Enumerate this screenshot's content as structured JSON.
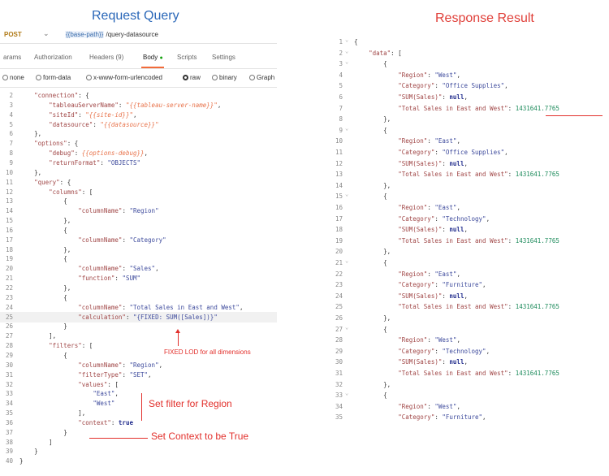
{
  "titles": {
    "request": "Request Query",
    "response": "Response Result"
  },
  "request_bar": {
    "method": "POST",
    "url_variable": "{{base-path}}",
    "url_path": " /query-datasource"
  },
  "tabs": [
    {
      "label": "arams"
    },
    {
      "label": "Authorization"
    },
    {
      "label": "Headers (9)"
    },
    {
      "label": "Body"
    },
    {
      "label": "Scripts"
    },
    {
      "label": "Settings"
    }
  ],
  "body_options": [
    {
      "label": "none",
      "selected": false
    },
    {
      "label": "form-data",
      "selected": false
    },
    {
      "label": "x-www-form-urlencoded",
      "selected": false
    },
    {
      "label": "raw",
      "selected": true
    },
    {
      "label": "binary",
      "selected": false
    },
    {
      "label": "Graph",
      "selected": false
    }
  ],
  "request_code": [
    {
      "n": "2",
      "t": [
        [
          "i",
          "    "
        ],
        [
          "k",
          "\"connection\""
        ],
        [
          "p",
          ": {"
        ]
      ]
    },
    {
      "n": "3",
      "t": [
        [
          "i",
          "        "
        ],
        [
          "k",
          "\"tableauServerName\""
        ],
        [
          "p",
          ": "
        ],
        [
          "v",
          "\"{{tableau-server-name}}\""
        ],
        [
          "p",
          ","
        ]
      ]
    },
    {
      "n": "4",
      "t": [
        [
          "i",
          "        "
        ],
        [
          "k",
          "\"siteId\""
        ],
        [
          "p",
          ": "
        ],
        [
          "v",
          "\"{{site-id}}\""
        ],
        [
          "p",
          ","
        ]
      ]
    },
    {
      "n": "5",
      "t": [
        [
          "i",
          "        "
        ],
        [
          "k",
          "\"datasource\""
        ],
        [
          "p",
          ": "
        ],
        [
          "v",
          "\"{{datasource}}\""
        ]
      ]
    },
    {
      "n": "6",
      "t": [
        [
          "i",
          "    "
        ],
        [
          "p",
          "},"
        ]
      ]
    },
    {
      "n": "7",
      "t": [
        [
          "i",
          "    "
        ],
        [
          "k",
          "\"options\""
        ],
        [
          "p",
          ": {"
        ]
      ]
    },
    {
      "n": "8",
      "t": [
        [
          "i",
          "        "
        ],
        [
          "k",
          "\"debug\""
        ],
        [
          "p",
          ": "
        ],
        [
          "v",
          "{{options-debug}}"
        ],
        [
          "p",
          ","
        ]
      ]
    },
    {
      "n": "9",
      "t": [
        [
          "i",
          "        "
        ],
        [
          "k",
          "\"returnFormat\""
        ],
        [
          "p",
          ": "
        ],
        [
          "s",
          "\"OBJECTS\""
        ]
      ]
    },
    {
      "n": "10",
      "t": [
        [
          "i",
          "    "
        ],
        [
          "p",
          "},"
        ]
      ]
    },
    {
      "n": "11",
      "t": [
        [
          "i",
          "    "
        ],
        [
          "k",
          "\"query\""
        ],
        [
          "p",
          ": {"
        ]
      ]
    },
    {
      "n": "12",
      "t": [
        [
          "i",
          "        "
        ],
        [
          "k",
          "\"columns\""
        ],
        [
          "p",
          ": ["
        ]
      ]
    },
    {
      "n": "13",
      "t": [
        [
          "i",
          "            "
        ],
        [
          "p",
          "{"
        ]
      ]
    },
    {
      "n": "14",
      "t": [
        [
          "i",
          "                "
        ],
        [
          "k",
          "\"columnName\""
        ],
        [
          "p",
          ": "
        ],
        [
          "s",
          "\"Region\""
        ]
      ]
    },
    {
      "n": "15",
      "t": [
        [
          "i",
          "            "
        ],
        [
          "p",
          "},"
        ]
      ]
    },
    {
      "n": "16",
      "t": [
        [
          "i",
          "            "
        ],
        [
          "p",
          "{"
        ]
      ]
    },
    {
      "n": "17",
      "t": [
        [
          "i",
          "                "
        ],
        [
          "k",
          "\"columnName\""
        ],
        [
          "p",
          ": "
        ],
        [
          "s",
          "\"Category\""
        ]
      ]
    },
    {
      "n": "18",
      "t": [
        [
          "i",
          "            "
        ],
        [
          "p",
          "},"
        ]
      ]
    },
    {
      "n": "19",
      "t": [
        [
          "i",
          "            "
        ],
        [
          "p",
          "{"
        ]
      ]
    },
    {
      "n": "20",
      "t": [
        [
          "i",
          "                "
        ],
        [
          "k",
          "\"columnName\""
        ],
        [
          "p",
          ": "
        ],
        [
          "s",
          "\"Sales\""
        ],
        [
          "p",
          ","
        ]
      ]
    },
    {
      "n": "21",
      "t": [
        [
          "i",
          "                "
        ],
        [
          "k",
          "\"function\""
        ],
        [
          "p",
          ": "
        ],
        [
          "s",
          "\"SUM\""
        ]
      ]
    },
    {
      "n": "22",
      "t": [
        [
          "i",
          "            "
        ],
        [
          "p",
          "},"
        ]
      ]
    },
    {
      "n": "23",
      "t": [
        [
          "i",
          "            "
        ],
        [
          "p",
          "{"
        ]
      ]
    },
    {
      "n": "24",
      "t": [
        [
          "i",
          "                "
        ],
        [
          "k",
          "\"columnName\""
        ],
        [
          "p",
          ": "
        ],
        [
          "s",
          "\"Total Sales in East and West\""
        ],
        [
          "p",
          ","
        ]
      ]
    },
    {
      "n": "25",
      "t": [
        [
          "i",
          "                "
        ],
        [
          "k",
          "\"calculation\""
        ],
        [
          "p",
          ": "
        ],
        [
          "s",
          "\"{FIXED: SUM([Sales])}\""
        ]
      ]
    },
    {
      "n": "26",
      "t": [
        [
          "i",
          "            "
        ],
        [
          "p",
          "}"
        ]
      ]
    },
    {
      "n": "27",
      "t": [
        [
          "i",
          "        "
        ],
        [
          "p",
          "],"
        ]
      ]
    },
    {
      "n": "28",
      "t": [
        [
          "i",
          "        "
        ],
        [
          "k",
          "\"filters\""
        ],
        [
          "p",
          ": ["
        ]
      ]
    },
    {
      "n": "29",
      "t": [
        [
          "i",
          "            "
        ],
        [
          "p",
          "{"
        ]
      ]
    },
    {
      "n": "30",
      "t": [
        [
          "i",
          "                "
        ],
        [
          "k",
          "\"columnName\""
        ],
        [
          "p",
          ": "
        ],
        [
          "s",
          "\"Region\""
        ],
        [
          "p",
          ","
        ]
      ]
    },
    {
      "n": "31",
      "t": [
        [
          "i",
          "                "
        ],
        [
          "k",
          "\"filterType\""
        ],
        [
          "p",
          ": "
        ],
        [
          "s",
          "\"SET\""
        ],
        [
          "p",
          ","
        ]
      ]
    },
    {
      "n": "32",
      "t": [
        [
          "i",
          "                "
        ],
        [
          "k",
          "\"values\""
        ],
        [
          "p",
          ": ["
        ]
      ]
    },
    {
      "n": "33",
      "t": [
        [
          "i",
          "                    "
        ],
        [
          "s",
          "\"East\""
        ],
        [
          "p",
          ","
        ]
      ]
    },
    {
      "n": "34",
      "t": [
        [
          "i",
          "                    "
        ],
        [
          "s",
          "\"West\""
        ]
      ]
    },
    {
      "n": "35",
      "t": [
        [
          "i",
          "                "
        ],
        [
          "p",
          "],"
        ]
      ]
    },
    {
      "n": "36",
      "t": [
        [
          "i",
          "                "
        ],
        [
          "k",
          "\"context\""
        ],
        [
          "p",
          ": "
        ],
        [
          "b",
          "true"
        ]
      ]
    },
    {
      "n": "37",
      "t": [
        [
          "i",
          "            "
        ],
        [
          "p",
          "}"
        ]
      ]
    },
    {
      "n": "38",
      "t": [
        [
          "i",
          "        "
        ],
        [
          "p",
          "]"
        ]
      ]
    },
    {
      "n": "39",
      "t": [
        [
          "i",
          "    "
        ],
        [
          "p",
          "}"
        ]
      ]
    },
    {
      "n": "40",
      "t": [
        [
          "p",
          "}"
        ]
      ]
    }
  ],
  "response_code": [
    {
      "n": "1",
      "t": [
        [
          "p",
          "{"
        ]
      ]
    },
    {
      "n": "2",
      "t": [
        [
          "i",
          "    "
        ],
        [
          "k",
          "\"data\""
        ],
        [
          "p",
          ": ["
        ]
      ]
    },
    {
      "n": "3",
      "t": [
        [
          "i",
          "        "
        ],
        [
          "p",
          "{"
        ]
      ]
    },
    {
      "n": "4",
      "t": [
        [
          "i",
          "            "
        ],
        [
          "k",
          "\"Region\""
        ],
        [
          "p",
          ": "
        ],
        [
          "s",
          "\"West\""
        ],
        [
          "p",
          ","
        ]
      ]
    },
    {
      "n": "5",
      "t": [
        [
          "i",
          "            "
        ],
        [
          "k",
          "\"Category\""
        ],
        [
          "p",
          ": "
        ],
        [
          "s",
          "\"Office Supplies\""
        ],
        [
          "p",
          ","
        ]
      ]
    },
    {
      "n": "6",
      "t": [
        [
          "i",
          "            "
        ],
        [
          "k",
          "\"SUM(Sales)\""
        ],
        [
          "p",
          ": "
        ],
        [
          "b",
          "null"
        ],
        [
          "p",
          ","
        ]
      ]
    },
    {
      "n": "7",
      "t": [
        [
          "i",
          "            "
        ],
        [
          "k",
          "\"Total Sales in East and West\""
        ],
        [
          "p",
          ": "
        ],
        [
          "n",
          "1431641.7765"
        ]
      ]
    },
    {
      "n": "8",
      "t": [
        [
          "i",
          "        "
        ],
        [
          "p",
          "},"
        ]
      ]
    },
    {
      "n": "9",
      "t": [
        [
          "i",
          "        "
        ],
        [
          "p",
          "{"
        ]
      ]
    },
    {
      "n": "10",
      "t": [
        [
          "i",
          "            "
        ],
        [
          "k",
          "\"Region\""
        ],
        [
          "p",
          ": "
        ],
        [
          "s",
          "\"East\""
        ],
        [
          "p",
          ","
        ]
      ]
    },
    {
      "n": "11",
      "t": [
        [
          "i",
          "            "
        ],
        [
          "k",
          "\"Category\""
        ],
        [
          "p",
          ": "
        ],
        [
          "s",
          "\"Office Supplies\""
        ],
        [
          "p",
          ","
        ]
      ]
    },
    {
      "n": "12",
      "t": [
        [
          "i",
          "            "
        ],
        [
          "k",
          "\"SUM(Sales)\""
        ],
        [
          "p",
          ": "
        ],
        [
          "b",
          "null"
        ],
        [
          "p",
          ","
        ]
      ]
    },
    {
      "n": "13",
      "t": [
        [
          "i",
          "            "
        ],
        [
          "k",
          "\"Total Sales in East and West\""
        ],
        [
          "p",
          ": "
        ],
        [
          "n",
          "1431641.7765"
        ]
      ]
    },
    {
      "n": "14",
      "t": [
        [
          "i",
          "        "
        ],
        [
          "p",
          "},"
        ]
      ]
    },
    {
      "n": "15",
      "t": [
        [
          "i",
          "        "
        ],
        [
          "p",
          "{"
        ]
      ]
    },
    {
      "n": "16",
      "t": [
        [
          "i",
          "            "
        ],
        [
          "k",
          "\"Region\""
        ],
        [
          "p",
          ": "
        ],
        [
          "s",
          "\"East\""
        ],
        [
          "p",
          ","
        ]
      ]
    },
    {
      "n": "17",
      "t": [
        [
          "i",
          "            "
        ],
        [
          "k",
          "\"Category\""
        ],
        [
          "p",
          ": "
        ],
        [
          "s",
          "\"Technology\""
        ],
        [
          "p",
          ","
        ]
      ]
    },
    {
      "n": "18",
      "t": [
        [
          "i",
          "            "
        ],
        [
          "k",
          "\"SUM(Sales)\""
        ],
        [
          "p",
          ": "
        ],
        [
          "b",
          "null"
        ],
        [
          "p",
          ","
        ]
      ]
    },
    {
      "n": "19",
      "t": [
        [
          "i",
          "            "
        ],
        [
          "k",
          "\"Total Sales in East and West\""
        ],
        [
          "p",
          ": "
        ],
        [
          "n",
          "1431641.7765"
        ]
      ]
    },
    {
      "n": "20",
      "t": [
        [
          "i",
          "        "
        ],
        [
          "p",
          "},"
        ]
      ]
    },
    {
      "n": "21",
      "t": [
        [
          "i",
          "        "
        ],
        [
          "p",
          "{"
        ]
      ]
    },
    {
      "n": "22",
      "t": [
        [
          "i",
          "            "
        ],
        [
          "k",
          "\"Region\""
        ],
        [
          "p",
          ": "
        ],
        [
          "s",
          "\"East\""
        ],
        [
          "p",
          ","
        ]
      ]
    },
    {
      "n": "23",
      "t": [
        [
          "i",
          "            "
        ],
        [
          "k",
          "\"Category\""
        ],
        [
          "p",
          ": "
        ],
        [
          "s",
          "\"Furniture\""
        ],
        [
          "p",
          ","
        ]
      ]
    },
    {
      "n": "24",
      "t": [
        [
          "i",
          "            "
        ],
        [
          "k",
          "\"SUM(Sales)\""
        ],
        [
          "p",
          ": "
        ],
        [
          "b",
          "null"
        ],
        [
          "p",
          ","
        ]
      ]
    },
    {
      "n": "25",
      "t": [
        [
          "i",
          "            "
        ],
        [
          "k",
          "\"Total Sales in East and West\""
        ],
        [
          "p",
          ": "
        ],
        [
          "n",
          "1431641.7765"
        ]
      ]
    },
    {
      "n": "26",
      "t": [
        [
          "i",
          "        "
        ],
        [
          "p",
          "},"
        ]
      ]
    },
    {
      "n": "27",
      "t": [
        [
          "i",
          "        "
        ],
        [
          "p",
          "{"
        ]
      ]
    },
    {
      "n": "28",
      "t": [
        [
          "i",
          "            "
        ],
        [
          "k",
          "\"Region\""
        ],
        [
          "p",
          ": "
        ],
        [
          "s",
          "\"West\""
        ],
        [
          "p",
          ","
        ]
      ]
    },
    {
      "n": "29",
      "t": [
        [
          "i",
          "            "
        ],
        [
          "k",
          "\"Category\""
        ],
        [
          "p",
          ": "
        ],
        [
          "s",
          "\"Technology\""
        ],
        [
          "p",
          ","
        ]
      ]
    },
    {
      "n": "30",
      "t": [
        [
          "i",
          "            "
        ],
        [
          "k",
          "\"SUM(Sales)\""
        ],
        [
          "p",
          ": "
        ],
        [
          "b",
          "null"
        ],
        [
          "p",
          ","
        ]
      ]
    },
    {
      "n": "31",
      "t": [
        [
          "i",
          "            "
        ],
        [
          "k",
          "\"Total Sales in East and West\""
        ],
        [
          "p",
          ": "
        ],
        [
          "n",
          "1431641.7765"
        ]
      ]
    },
    {
      "n": "32",
      "t": [
        [
          "i",
          "        "
        ],
        [
          "p",
          "},"
        ]
      ]
    },
    {
      "n": "33",
      "t": [
        [
          "i",
          "        "
        ],
        [
          "p",
          "{"
        ]
      ]
    },
    {
      "n": "34",
      "t": [
        [
          "i",
          "            "
        ],
        [
          "k",
          "\"Region\""
        ],
        [
          "p",
          ": "
        ],
        [
          "s",
          "\"West\""
        ],
        [
          "p",
          ","
        ]
      ]
    },
    {
      "n": "35",
      "t": [
        [
          "i",
          "            "
        ],
        [
          "k",
          "\"Category\""
        ],
        [
          "p",
          ": "
        ],
        [
          "s",
          "\"Furniture\""
        ],
        [
          "p",
          ","
        ]
      ]
    }
  ],
  "annotations": {
    "lod": "FIXED LOD for all dimensions",
    "region": "Set filter for Region",
    "context": "Set Context to be True"
  },
  "colors": {
    "title_request": "#2a67b8",
    "title_response": "#e0403a",
    "annotation": "#e2302c",
    "key": "#a04646",
    "string": "#3d4a9c",
    "variable": "#e8734b",
    "number": "#1b8a5a",
    "keyword": "#1f2a8c"
  }
}
